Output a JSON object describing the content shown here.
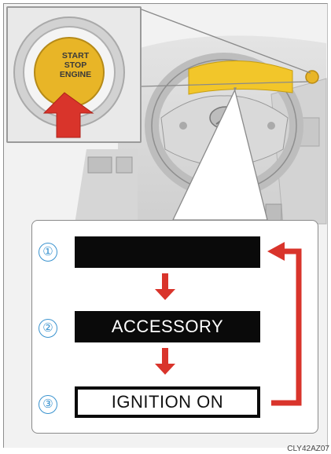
{
  "callout": {
    "button_lines": [
      "START",
      "STOP",
      "ENGINE"
    ]
  },
  "states": [
    {
      "number": "①",
      "label": ""
    },
    {
      "number": "②",
      "label": "ACCESSORY"
    },
    {
      "number": "③",
      "label": "IGNITION ON"
    }
  ],
  "figure_code": "CLY42AZ07",
  "colors": {
    "arrow_red": "#d9342b",
    "number_blue": "#3a93cf",
    "meter_yellow": "#f2c62a",
    "button_gold": "#e8b527"
  }
}
